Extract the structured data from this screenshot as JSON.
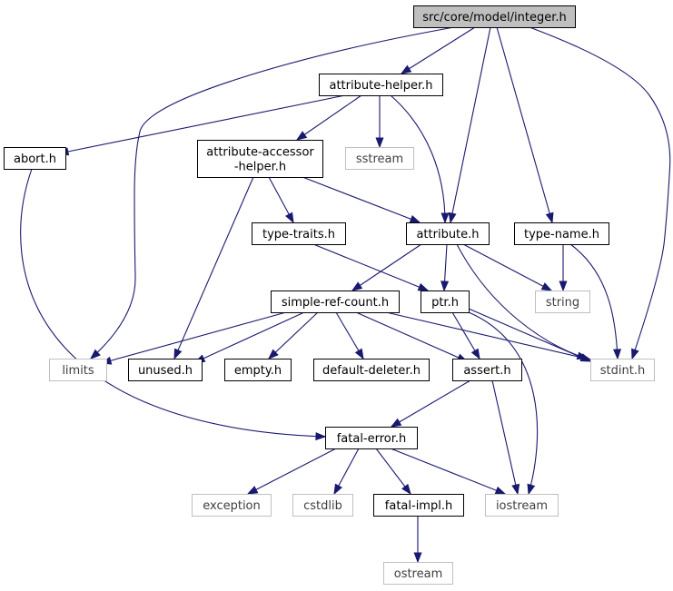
{
  "graph": {
    "nodes": [
      {
        "id": "integer",
        "lines": [
          "src/core/model/integer.h"
        ],
        "kind": "root"
      },
      {
        "id": "attribute_helper",
        "lines": [
          "attribute-helper.h"
        ],
        "kind": "file"
      },
      {
        "id": "abort",
        "lines": [
          "abort.h"
        ],
        "kind": "file"
      },
      {
        "id": "attribute_accessor_helper",
        "lines": [
          "attribute-accessor",
          "-helper.h"
        ],
        "kind": "file"
      },
      {
        "id": "sstream",
        "lines": [
          "sstream"
        ],
        "kind": "external"
      },
      {
        "id": "type_traits",
        "lines": [
          "type-traits.h"
        ],
        "kind": "file"
      },
      {
        "id": "attribute",
        "lines": [
          "attribute.h"
        ],
        "kind": "file"
      },
      {
        "id": "type_name",
        "lines": [
          "type-name.h"
        ],
        "kind": "file"
      },
      {
        "id": "simple_ref_count",
        "lines": [
          "simple-ref-count.h"
        ],
        "kind": "file"
      },
      {
        "id": "ptr",
        "lines": [
          "ptr.h"
        ],
        "kind": "file"
      },
      {
        "id": "string",
        "lines": [
          "string"
        ],
        "kind": "external"
      },
      {
        "id": "limits",
        "lines": [
          "limits"
        ],
        "kind": "external"
      },
      {
        "id": "unused",
        "lines": [
          "unused.h"
        ],
        "kind": "file"
      },
      {
        "id": "empty",
        "lines": [
          "empty.h"
        ],
        "kind": "file"
      },
      {
        "id": "default_deleter",
        "lines": [
          "default-deleter.h"
        ],
        "kind": "file"
      },
      {
        "id": "assert",
        "lines": [
          "assert.h"
        ],
        "kind": "file"
      },
      {
        "id": "stdint",
        "lines": [
          "stdint.h"
        ],
        "kind": "external"
      },
      {
        "id": "fatal_error",
        "lines": [
          "fatal-error.h"
        ],
        "kind": "file"
      },
      {
        "id": "exception",
        "lines": [
          "exception"
        ],
        "kind": "external"
      },
      {
        "id": "cstdlib",
        "lines": [
          "cstdlib"
        ],
        "kind": "external"
      },
      {
        "id": "fatal_impl",
        "lines": [
          "fatal-impl.h"
        ],
        "kind": "file"
      },
      {
        "id": "iostream",
        "lines": [
          "iostream"
        ],
        "kind": "external"
      },
      {
        "id": "ostream",
        "lines": [
          "ostream"
        ],
        "kind": "external"
      }
    ],
    "edges": [
      {
        "from": "integer",
        "to": "attribute_helper"
      },
      {
        "from": "integer",
        "to": "limits"
      },
      {
        "from": "integer",
        "to": "attribute"
      },
      {
        "from": "integer",
        "to": "type_name"
      },
      {
        "from": "integer",
        "to": "stdint"
      },
      {
        "from": "attribute_helper",
        "to": "abort"
      },
      {
        "from": "attribute_helper",
        "to": "attribute_accessor_helper"
      },
      {
        "from": "attribute_helper",
        "to": "sstream"
      },
      {
        "from": "attribute_helper",
        "to": "attribute"
      },
      {
        "from": "abort",
        "to": "fatal_error"
      },
      {
        "from": "attribute_accessor_helper",
        "to": "type_traits"
      },
      {
        "from": "attribute_accessor_helper",
        "to": "attribute"
      },
      {
        "from": "attribute_accessor_helper",
        "to": "unused"
      },
      {
        "from": "type_traits",
        "to": "ptr"
      },
      {
        "from": "attribute",
        "to": "simple_ref_count"
      },
      {
        "from": "attribute",
        "to": "ptr"
      },
      {
        "from": "attribute",
        "to": "string"
      },
      {
        "from": "attribute",
        "to": "stdint"
      },
      {
        "from": "type_name",
        "to": "string"
      },
      {
        "from": "type_name",
        "to": "stdint"
      },
      {
        "from": "simple_ref_count",
        "to": "limits"
      },
      {
        "from": "simple_ref_count",
        "to": "unused"
      },
      {
        "from": "simple_ref_count",
        "to": "empty"
      },
      {
        "from": "simple_ref_count",
        "to": "default_deleter"
      },
      {
        "from": "simple_ref_count",
        "to": "assert"
      },
      {
        "from": "simple_ref_count",
        "to": "stdint"
      },
      {
        "from": "ptr",
        "to": "assert"
      },
      {
        "from": "ptr",
        "to": "stdint"
      },
      {
        "from": "ptr",
        "to": "iostream"
      },
      {
        "from": "assert",
        "to": "fatal_error"
      },
      {
        "from": "assert",
        "to": "iostream"
      },
      {
        "from": "fatal_error",
        "to": "exception"
      },
      {
        "from": "fatal_error",
        "to": "cstdlib"
      },
      {
        "from": "fatal_error",
        "to": "fatal_impl"
      },
      {
        "from": "fatal_error",
        "to": "iostream"
      },
      {
        "from": "fatal_impl",
        "to": "ostream"
      }
    ]
  }
}
